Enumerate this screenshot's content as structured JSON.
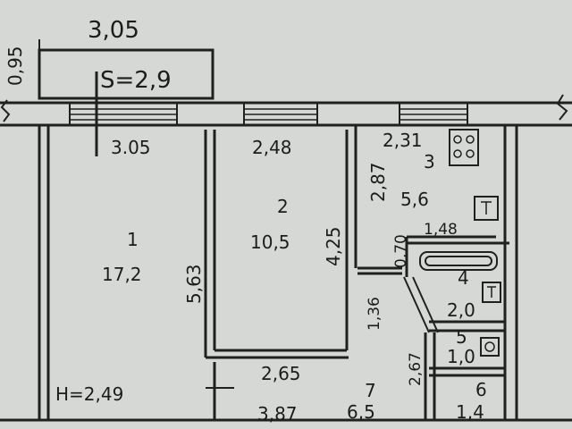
{
  "balcony": {
    "width": "3,05",
    "depth": "0,95",
    "area": "S=2,9"
  },
  "rooms": [
    {
      "id": "1",
      "area": "17,2",
      "width": "3.05",
      "length": "5,63"
    },
    {
      "id": "2",
      "area": "10,5",
      "width": "2,48",
      "length": "4,25"
    },
    {
      "id": "3",
      "area": "5,6",
      "width": "2,31",
      "length": "2,87"
    },
    {
      "id": "4",
      "area": "2,0"
    },
    {
      "id": "5",
      "area": "1,0"
    },
    {
      "id": "6",
      "area": "1,4"
    },
    {
      "id": "7",
      "area": "6,5",
      "width": "2,65",
      "length": "3,87"
    }
  ],
  "dims": {
    "kitchen_gap": "0,70",
    "hall_width": "1,48",
    "corridor": "1,36",
    "bath_length": "2,67"
  },
  "ceiling_height": "H=2,49"
}
